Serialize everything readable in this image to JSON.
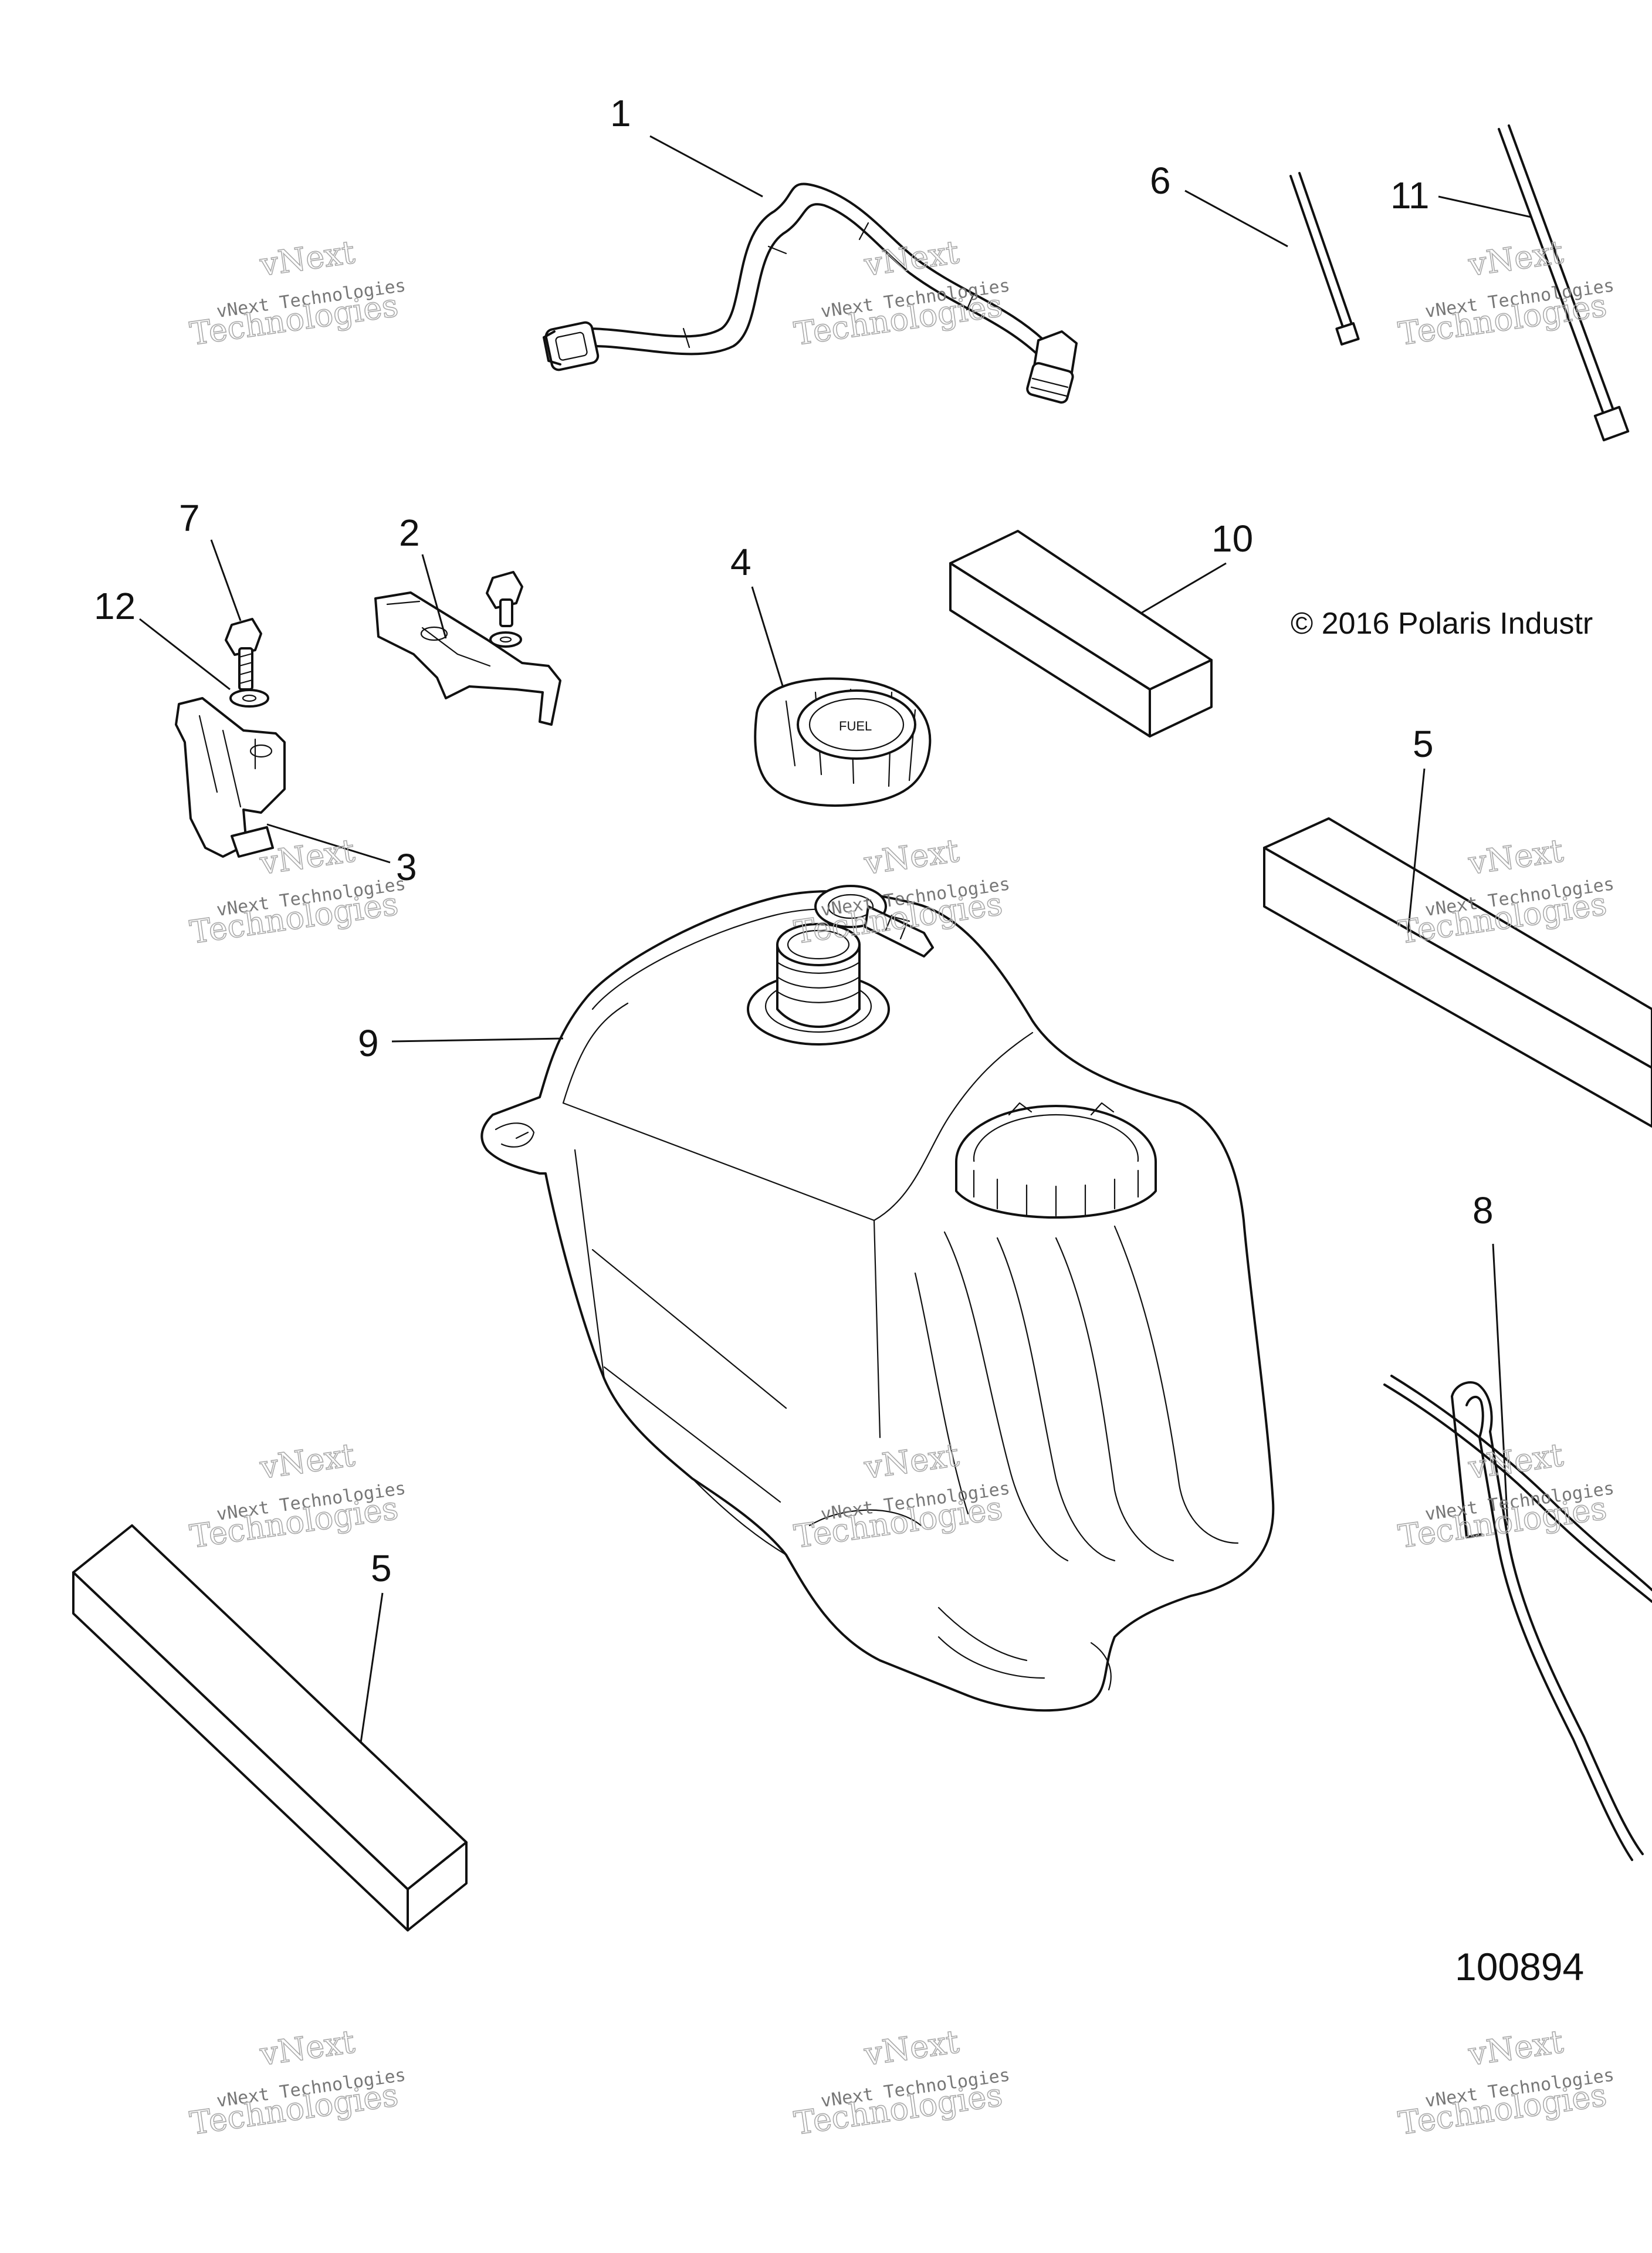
{
  "callouts": {
    "c1": "1",
    "c2": "2",
    "c3": "3",
    "c4": "4",
    "c5a": "5",
    "c5b": "5",
    "c6": "6",
    "c7": "7",
    "c8": "8",
    "c9": "9",
    "c10": "10",
    "c11": "11",
    "c12": "12"
  },
  "copyright": "© 2016 Polaris Industr",
  "drawing_number": "100894",
  "watermark": {
    "small": "vNext Technologies",
    "big_line1": "vNext",
    "big_line2": "Technologies"
  },
  "cap_text": "FUEL"
}
